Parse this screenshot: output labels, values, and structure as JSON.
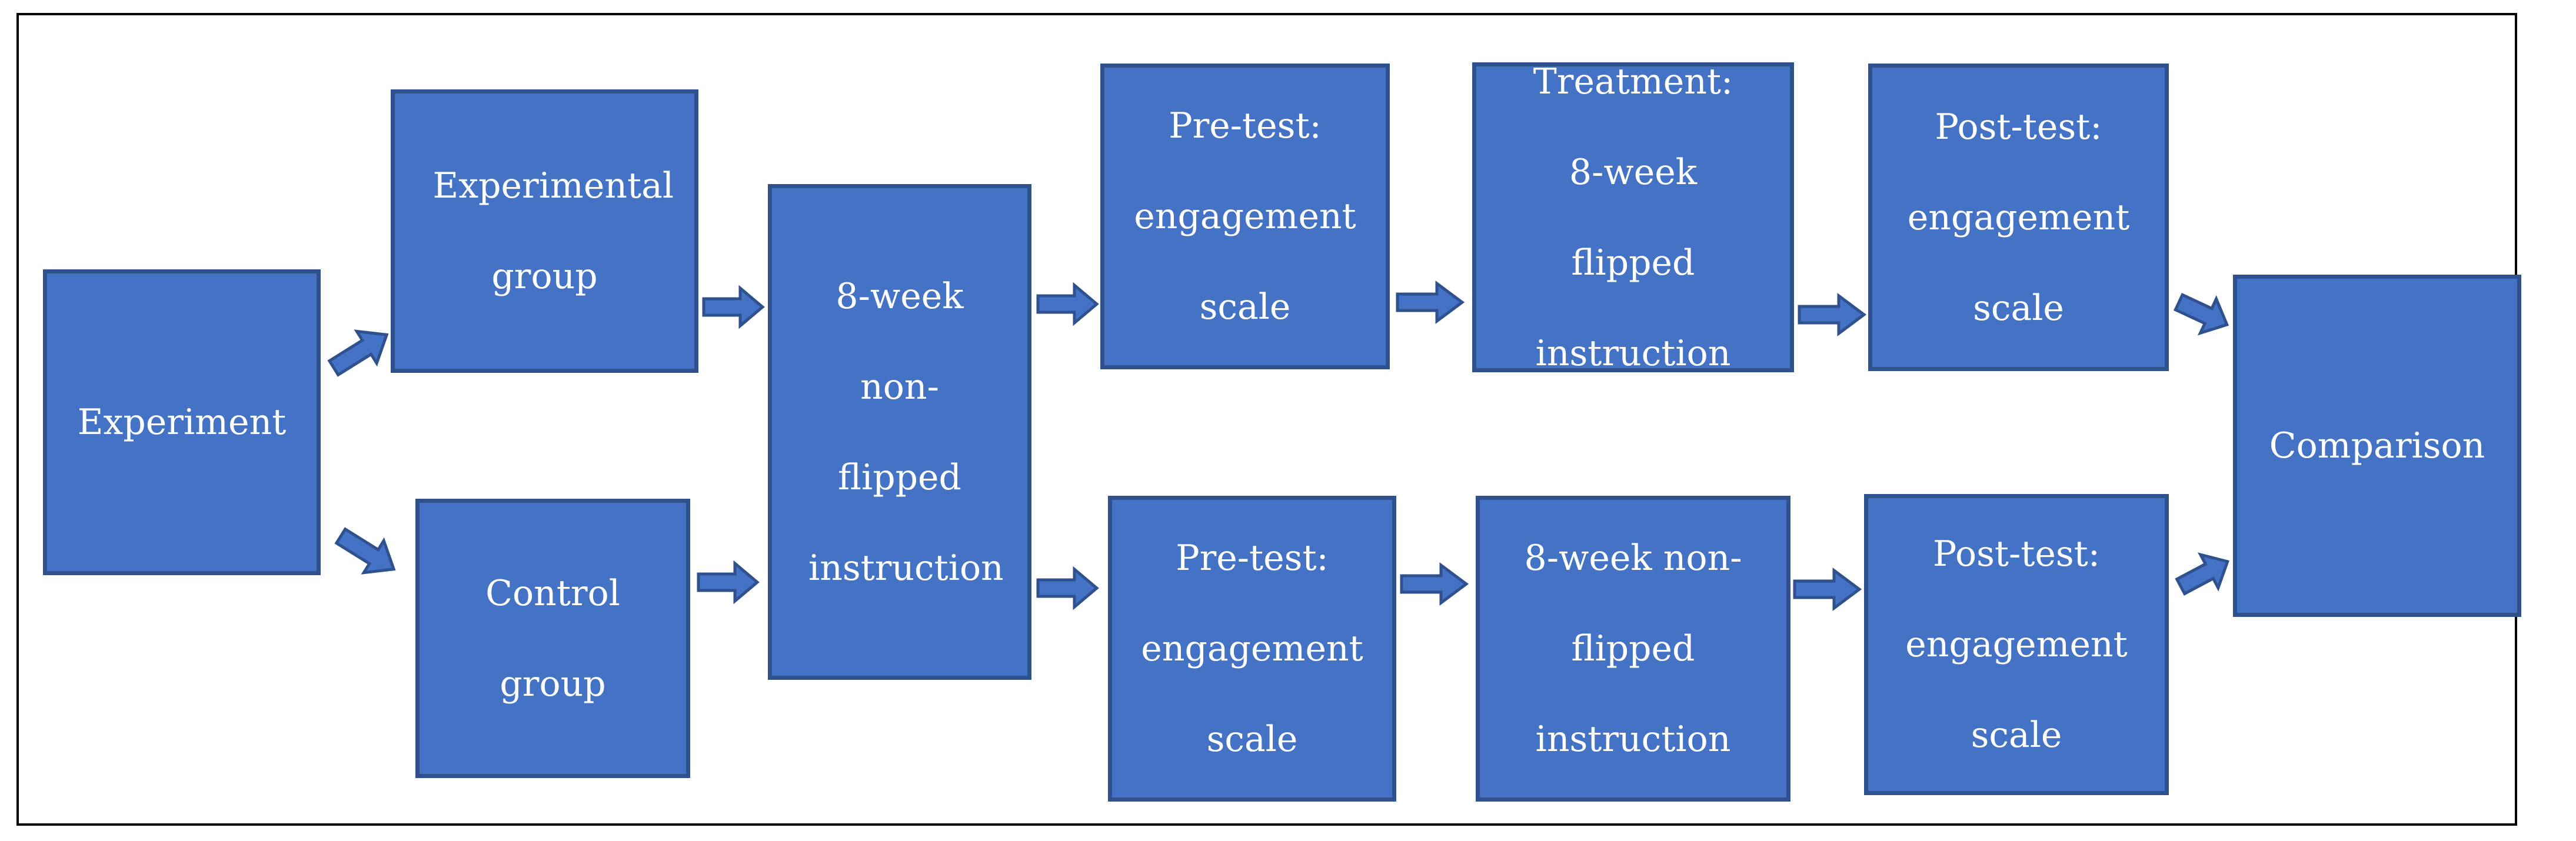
{
  "diagram": {
    "nodes": {
      "experiment": "Experiment",
      "experimental_group": "Experimental group",
      "control_group": "Control group",
      "nonflipped_pre": "8-week non-flipped instruction",
      "pretest_exp": "Pre-test: engagement scale",
      "treatment": "Treatment: 8-week flipped instruction",
      "posttest_exp": "Post-test: engagement scale",
      "pretest_ctrl": "Pre-test: engagement scale",
      "nonflipped_ctrl": "8-week non-flipped instruction",
      "posttest_ctrl": "Post-test: engagement scale",
      "comparison": "Comparison"
    },
    "colors": {
      "box_fill": "#4472c4",
      "box_border": "#2f528f",
      "text": "#ffffff",
      "frame": "#000000"
    }
  }
}
